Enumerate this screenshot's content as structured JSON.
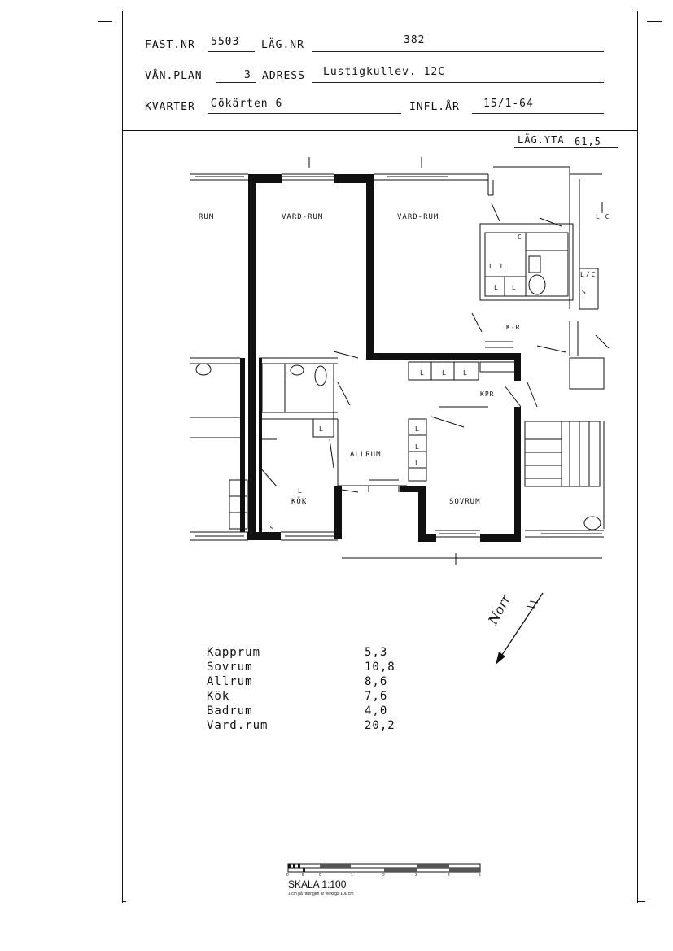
{
  "header": {
    "fast_nr_label": "FAST.NR",
    "fast_nr_value": "5503",
    "lag_nr_label": "LÄG.NR",
    "lag_nr_value": "382",
    "van_plan_label": "VÅN.PLAN",
    "van_plan_value": "3",
    "adress_label": "ADRESS",
    "adress_value": "Lustigkullev. 12C",
    "kvarter_label": "KVARTER",
    "kvarter_value": "Gökärten 6",
    "infl_ar_label": "INFL.ÅR",
    "infl_ar_value": "15/1-64"
  },
  "lag_yta": {
    "label": "LÄG.YTA",
    "value": "61,5"
  },
  "plan": {
    "rooms": {
      "rum": "RUM",
      "vardrum_1": "VARD-RUM",
      "vardrum_2": "VARD-RUM",
      "allrum": "ALLRUM",
      "sovrum": "SOVRUM",
      "kok": "KÖK",
      "kpr": "KPR",
      "ko": "K-R",
      "lc": "L C"
    }
  },
  "areas": [
    {
      "name": "Kapprum",
      "value": "5,3"
    },
    {
      "name": "Sovrum",
      "value": "10,8"
    },
    {
      "name": "Allrum",
      "value": "8,6"
    },
    {
      "name": "Kök",
      "value": "7,6"
    },
    {
      "name": "Badrum",
      "value": "4,0"
    },
    {
      "name": "Vard.rum",
      "value": "20,2"
    }
  ],
  "compass": {
    "label": "Norr"
  },
  "scale": {
    "title": "SKALA 1:100",
    "note": "1 cm på ritningen är verkliga 100 cm",
    "ticks": [
      "0",
      "5",
      "0",
      "1",
      "2",
      "3",
      "4",
      "5"
    ]
  }
}
